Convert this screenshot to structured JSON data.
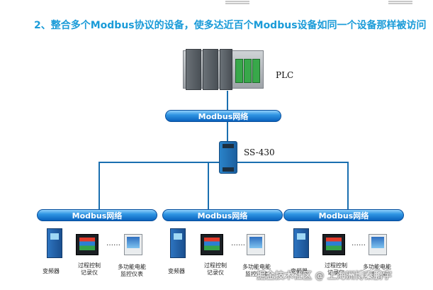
{
  "heading": "2、整合多个Modbus协议的设备，使多达近百个Modbus设备如同一个设备那样被访问",
  "plc": {
    "label": "PLC"
  },
  "main_bus": {
    "label": "Modbus网络"
  },
  "gateway": {
    "label": "SS-430"
  },
  "branches": [
    {
      "bus_label": "Modbus网络",
      "devices": [
        "变频器",
        "过程控制\n记录仪",
        "多功能电能\n监控仪表"
      ]
    },
    {
      "bus_label": "Modbus网络",
      "devices": [
        "变频器",
        "过程控制\n记录仪",
        "多功能电能\n监控仪表"
      ]
    },
    {
      "bus_label": "Modbus网络",
      "devices": [
        "变频器",
        "过程控制\n记录仪",
        "多功能电能\n监控仪表"
      ]
    }
  ],
  "ellipsis": "……",
  "watermark": "掘金技术社区 @ 上海洲博秦鹏宇"
}
